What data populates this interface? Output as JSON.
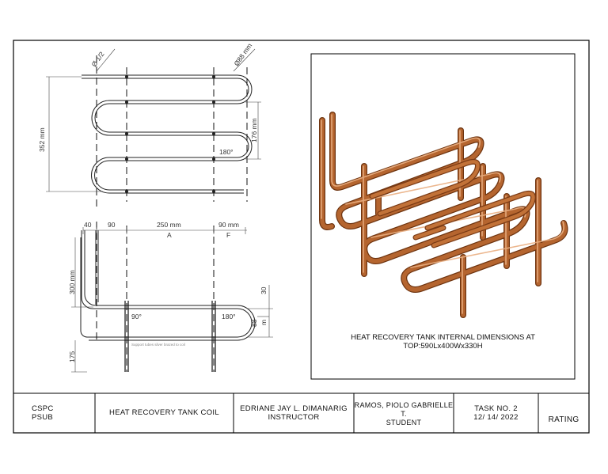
{
  "drawing": {
    "dimensions": {
      "dia_half": "Ø 1/2",
      "dia_88": "Ø88 mm",
      "d352": "352 mm",
      "d176": "176 mm",
      "angle_top": "180°",
      "d40": "40",
      "d90_left": "90",
      "d250": "250 mm",
      "d90_right": "90 mm",
      "label_a": "A",
      "label_f": "F",
      "d300": "300 mm",
      "d30": "30",
      "angle_90": "90°",
      "angle_180_bottom": "180°",
      "d88": "88",
      "unit_m": "m",
      "d175": "175",
      "note": "Support tubes silver brazed to coil"
    },
    "caption_line1": "HEAT RECOVERY TANK INTERNAL DIMENSIONS AT",
    "caption_line2": "TOP:590Lx400Wx330H",
    "colors": {
      "copper": "#b5652f",
      "copper_dark": "#7a3a14",
      "copper_light": "#e4a06a"
    }
  },
  "title_block": {
    "school_line1": "CSPC",
    "school_line2": "PSUB",
    "title": "HEAT RECOVERY TANK COIL",
    "instructor_name": "EDRIANE JAY L. DIMANARIG",
    "instructor_role": "INSTRUCTOR",
    "student_name": "RAMOS, PIOLO GABRIELLE T.",
    "student_role": "STUDENT",
    "task": "TASK NO. 2",
    "date": "12/ 14/ 2022",
    "rating": "RATING"
  }
}
